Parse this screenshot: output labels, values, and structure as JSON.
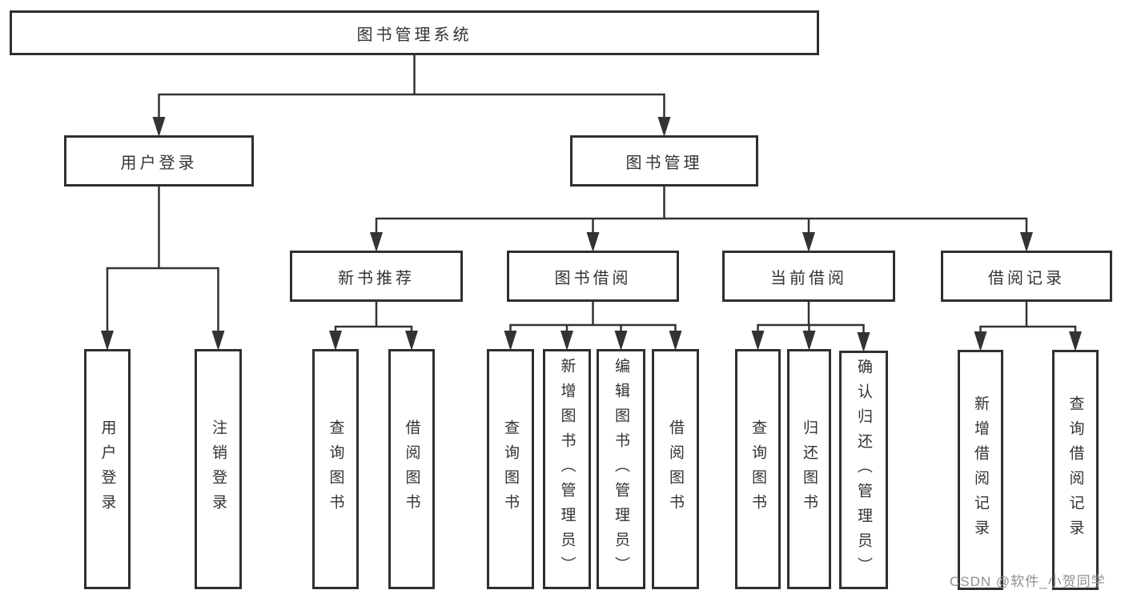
{
  "title": "图书管理系统",
  "watermark": "CSDN @软件_小贺同学",
  "colors": {
    "line": "#333333",
    "border": "#2f2f2f",
    "text": "#333333",
    "watermark": "#8f8f8f",
    "background": "#ffffff"
  },
  "tree": {
    "root": {
      "id": "root",
      "label": "图书管理系统"
    },
    "nodes": [
      {
        "id": "user-login",
        "label": "用户登录",
        "parent": "root"
      },
      {
        "id": "book-mgmt",
        "label": "图书管理",
        "parent": "root"
      },
      {
        "id": "leaf-user-login",
        "label": "用户登录",
        "parent": "user-login"
      },
      {
        "id": "leaf-logout",
        "label": "注销登录",
        "parent": "user-login"
      },
      {
        "id": "new-book-rec",
        "label": "新书推荐",
        "parent": "book-mgmt"
      },
      {
        "id": "book-borrow",
        "label": "图书借阅",
        "parent": "book-mgmt"
      },
      {
        "id": "current-borrow",
        "label": "当前借阅",
        "parent": "book-mgmt"
      },
      {
        "id": "borrow-records",
        "label": "借阅记录",
        "parent": "book-mgmt"
      },
      {
        "id": "rec-query-books",
        "label": "查询图书",
        "parent": "new-book-rec"
      },
      {
        "id": "rec-borrow-books",
        "label": "借阅图书",
        "parent": "new-book-rec"
      },
      {
        "id": "bb-query-books",
        "label": "查询图书",
        "parent": "book-borrow"
      },
      {
        "id": "bb-add-books",
        "label": "新增图书（管理员）",
        "parent": "book-borrow"
      },
      {
        "id": "bb-edit-books",
        "label": "编辑图书（管理员）",
        "parent": "book-borrow"
      },
      {
        "id": "bb-borrow-books",
        "label": "借阅图书",
        "parent": "book-borrow"
      },
      {
        "id": "cb-query-books",
        "label": "查询图书",
        "parent": "current-borrow"
      },
      {
        "id": "cb-return-books",
        "label": "归还图书",
        "parent": "current-borrow"
      },
      {
        "id": "cb-confirm-return",
        "label": "确认归还（管理员）",
        "parent": "current-borrow"
      },
      {
        "id": "br-add-record",
        "label": "新增借阅记录",
        "parent": "borrow-records"
      },
      {
        "id": "br-query-record",
        "label": "查询借阅记录",
        "parent": "borrow-records"
      }
    ]
  }
}
